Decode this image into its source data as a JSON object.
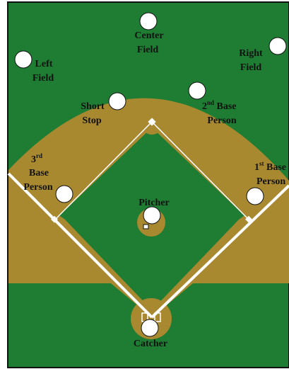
{
  "colors": {
    "grass": "#1e7d33",
    "infield_dirt": "#a8892f",
    "chalk": "#ffffff",
    "border": "#111111",
    "player": "#ffffff"
  },
  "positions": {
    "center_field": {
      "icon": "player-circle",
      "line1": "Center",
      "line2": "Field"
    },
    "left_field": {
      "icon": "player-circle",
      "line1": "Left",
      "line2": "Field"
    },
    "right_field": {
      "icon": "player-circle",
      "line1": "Right",
      "line2": "Field"
    },
    "short_stop": {
      "icon": "player-circle",
      "line1": "Short",
      "line2": "Stop"
    },
    "second_base": {
      "icon": "player-circle",
      "num": "2",
      "sup": "nd",
      "word": " Base",
      "line2": "Person"
    },
    "third_base": {
      "icon": "player-circle",
      "num": "3",
      "sup": "rd",
      "line2": "Base",
      "line3": "Person"
    },
    "first_base": {
      "icon": "player-circle",
      "num": "1",
      "sup": "st",
      "word": " Base",
      "line2": "Person"
    },
    "pitcher": {
      "icon": "player-circle",
      "label": "Pitcher"
    },
    "catcher": {
      "icon": "player-circle",
      "label": "Catcher"
    }
  }
}
